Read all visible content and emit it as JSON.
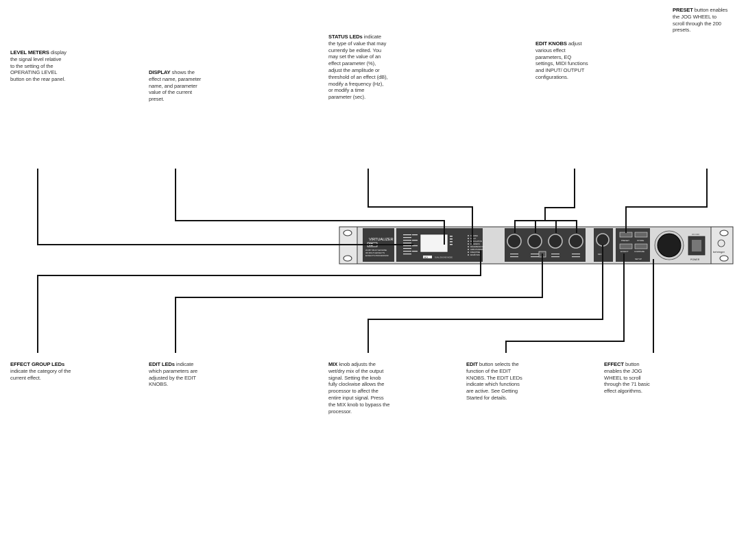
{
  "callouts": {
    "preset": {
      "title": "PRESET",
      "text": " button enables the JOG WHEEL to scroll through the 200 presets."
    },
    "level_meters": {
      "title": "LEVEL METERS",
      "text": " display the signal level relative to the setting of the OPERATING LEVEL button on the rear panel."
    },
    "display": {
      "title": "DISPLAY",
      "text": " shows the effect name, parameter name, and parameter value of the current preset."
    },
    "status_leds": {
      "title": "STATUS LEDs",
      "text": " indicate the type of value that may currently be edited. You may set the value of an effect parameter (%), adjust the amplitude or threshold of an effect (dB), modify a frequency (Hz), or modify a time parameter (sec)."
    },
    "edit_knobs": {
      "title": "EDIT KNOBS",
      "text": " adjust various effect parameters, EQ settings, MIDI functions and INPUT/ OUTPUT configurations."
    },
    "effect_group_leds": {
      "title": "EFFECT GROUP LEDs",
      "text": " indicate the category of the current effect."
    },
    "edit_leds": {
      "title": "EDIT LEDs",
      "text": " indicate which parameters are adjusted by the EDIT KNOBS."
    },
    "mix": {
      "title": "MIX",
      "text": " knob adjusts the wet/dry mix of the output signal. Setting the knob fully clockwise allows the processor to affect the entire input signal. Press the MIX knob to bypass the processor."
    },
    "edit": {
      "title": "EDIT",
      "text": " button selects the function of the EDIT KNOBS. The EDIT LEDs indicate which functions are active. See Getting Started for details."
    },
    "effect": {
      "title": "EFFECT",
      "text": " button enables the JOG WHEEL to scroll through the 71 basic effect algorithms."
    }
  },
  "device": {
    "logo": "VIRTUALIZER",
    "model": "3D",
    "subtitle_lines": [
      "24-BIT MULTI-ENGINE",
      "3D MULTI-EFFECTS",
      "EFFECTS PROCESSOR"
    ],
    "status_labels": [
      "DEGREE",
      "DELAY",
      "MODULATION",
      "DYNAMICS",
      "REVERB/ADV.FX",
      "AMPLITUDE/MIX",
      "FREQ/TIME",
      "MIX/BYPASS"
    ],
    "midi_label": "MIDI",
    "dual_label": "DUAL ENGINE MODE",
    "buttons": {
      "preset": "PRESET",
      "store": "STORE",
      "effect": "EFFECT",
      "compare": "COMPARE",
      "setup": "SETUP"
    },
    "mix_label": "MIX",
    "power_label": "POWER",
    "power_states": "ON  OFF",
    "brand": "behringer"
  }
}
